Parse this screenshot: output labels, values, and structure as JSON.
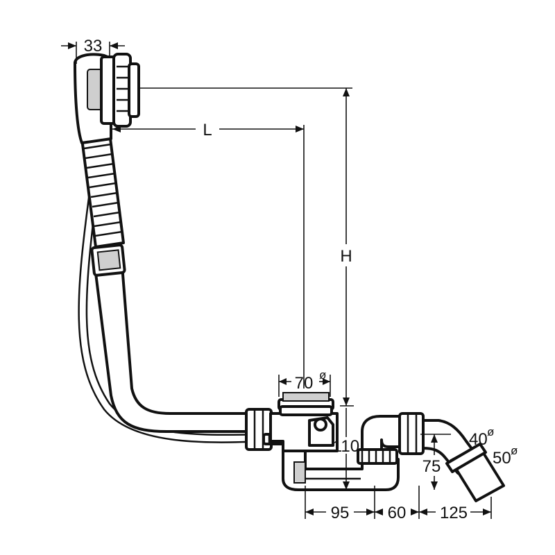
{
  "dimensions": {
    "overflow_width": "33",
    "length": "L",
    "height": "H",
    "drain_diameter": "70",
    "trap_height": "110",
    "outlet_height": "75",
    "horizontal_1": "95",
    "horizontal_2": "60",
    "horizontal_3": "125",
    "outlet_diameter_inner": "40",
    "outlet_diameter_outer": "50",
    "diameter_symbol": "ø"
  }
}
